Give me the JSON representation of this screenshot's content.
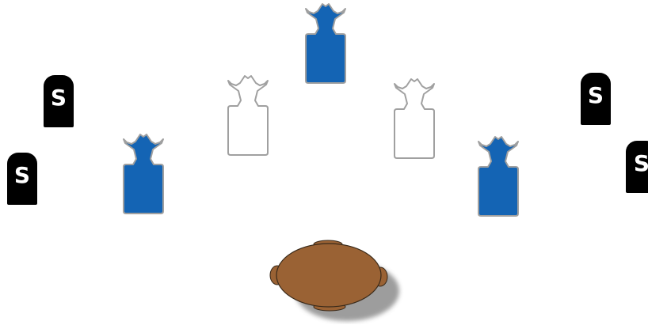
{
  "stage": {
    "background": "#ffffff"
  },
  "colors": {
    "shoot_target": "#1464b4",
    "noshoot_target": "#ffffff",
    "target_outline": "#a0a0a0",
    "steel_plate": "#000000",
    "steel_text": "#ffffff",
    "barrel_fill": "#9a6234",
    "barrel_shadow": "#8c8c8c"
  },
  "steel_plates": [
    {
      "id": "steel-left-upper",
      "label": "S"
    },
    {
      "id": "steel-left-lower",
      "label": "S"
    },
    {
      "id": "steel-right-upper",
      "label": "S"
    },
    {
      "id": "steel-right-lower",
      "label": "S"
    }
  ],
  "targets": [
    {
      "id": "shoot-target-top-center",
      "kind": "shoot"
    },
    {
      "id": "shoot-target-left",
      "kind": "shoot"
    },
    {
      "id": "shoot-target-right",
      "kind": "shoot"
    },
    {
      "id": "noshoot-target-left",
      "kind": "no-shoot"
    },
    {
      "id": "noshoot-target-right",
      "kind": "no-shoot"
    }
  ],
  "barrel": {
    "icon": "barrel-top-view-icon"
  }
}
